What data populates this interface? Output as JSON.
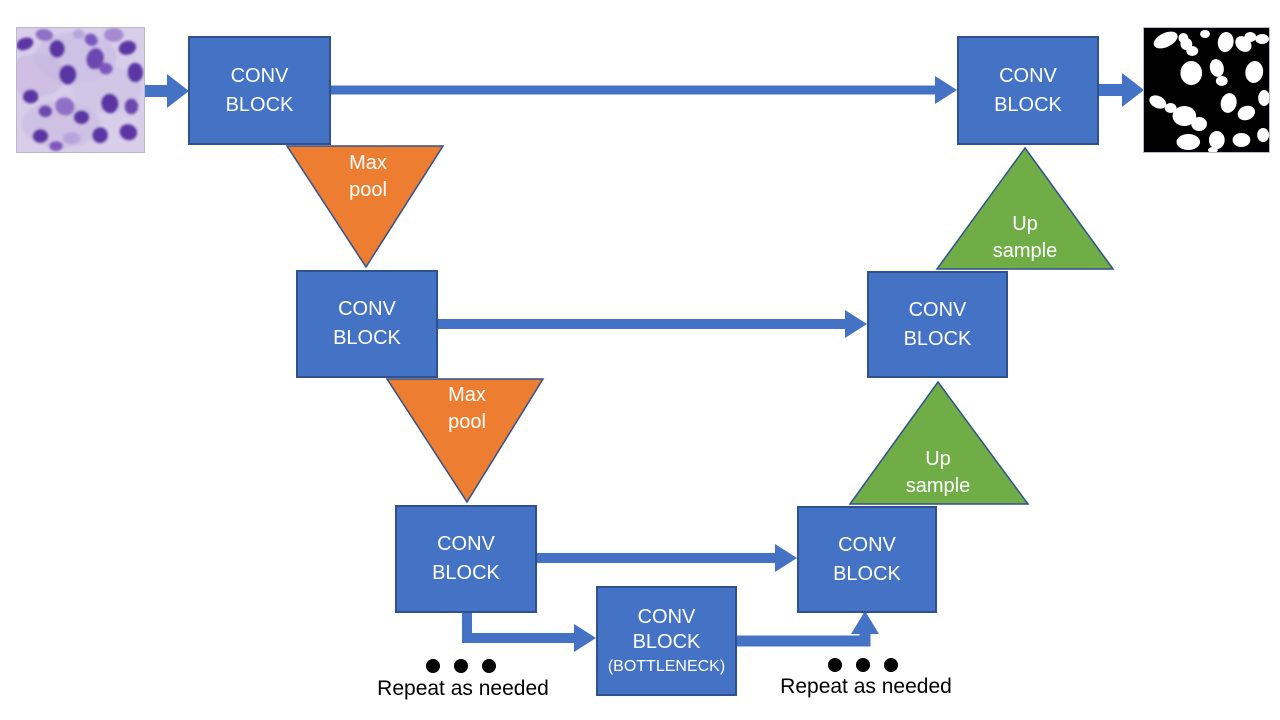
{
  "diagram": {
    "kind": "unet-cnn-segmentation-architecture",
    "colors": {
      "conv_block_fill": "#4472C4",
      "block_border": "#2F528F",
      "max_pool_fill": "#ED7D31",
      "up_sample_fill": "#70AD47",
      "arrow": "#4472C4",
      "note_text": "#000000",
      "mask_background": "#000000",
      "mask_foreground": "#FFFFFF"
    },
    "images": {
      "input": "histology-cells-image",
      "output": "binary-segmentation-mask"
    },
    "blocks": [
      {
        "name": "encoder-1",
        "lines": [
          "CONV",
          "BLOCK"
        ]
      },
      {
        "name": "encoder-2",
        "lines": [
          "CONV",
          "BLOCK"
        ]
      },
      {
        "name": "encoder-3",
        "lines": [
          "CONV",
          "BLOCK"
        ]
      },
      {
        "name": "bottleneck",
        "lines": [
          "CONV",
          "BLOCK",
          "(BOTTLENECK)"
        ]
      },
      {
        "name": "decoder-3",
        "lines": [
          "CONV",
          "BLOCK"
        ]
      },
      {
        "name": "decoder-2",
        "lines": [
          "CONV",
          "BLOCK"
        ]
      },
      {
        "name": "decoder-1",
        "lines": [
          "CONV",
          "BLOCK"
        ]
      }
    ],
    "operations": {
      "max_pool": [
        {
          "lines": [
            "Max",
            "pool"
          ]
        },
        {
          "lines": [
            "Max",
            "pool"
          ]
        }
      ],
      "up_sample": [
        {
          "lines": [
            "Up",
            "sample"
          ]
        },
        {
          "lines": [
            "Up",
            "sample"
          ]
        }
      ]
    },
    "notes": [
      {
        "dots": 3,
        "text": "Repeat as needed"
      },
      {
        "dots": 3,
        "text": "Repeat as needed"
      }
    ]
  }
}
